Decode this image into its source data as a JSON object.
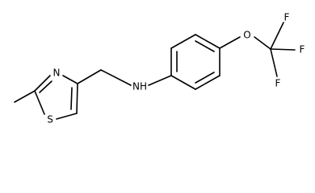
{
  "molecule": {
    "atoms": {
      "sulfur": "S",
      "thiazole_nitrogen": "N",
      "amine": "NH",
      "ether_oxygen": "O",
      "fluorine_top": "F",
      "fluorine_right": "F",
      "fluorine_bottom": "F"
    }
  }
}
